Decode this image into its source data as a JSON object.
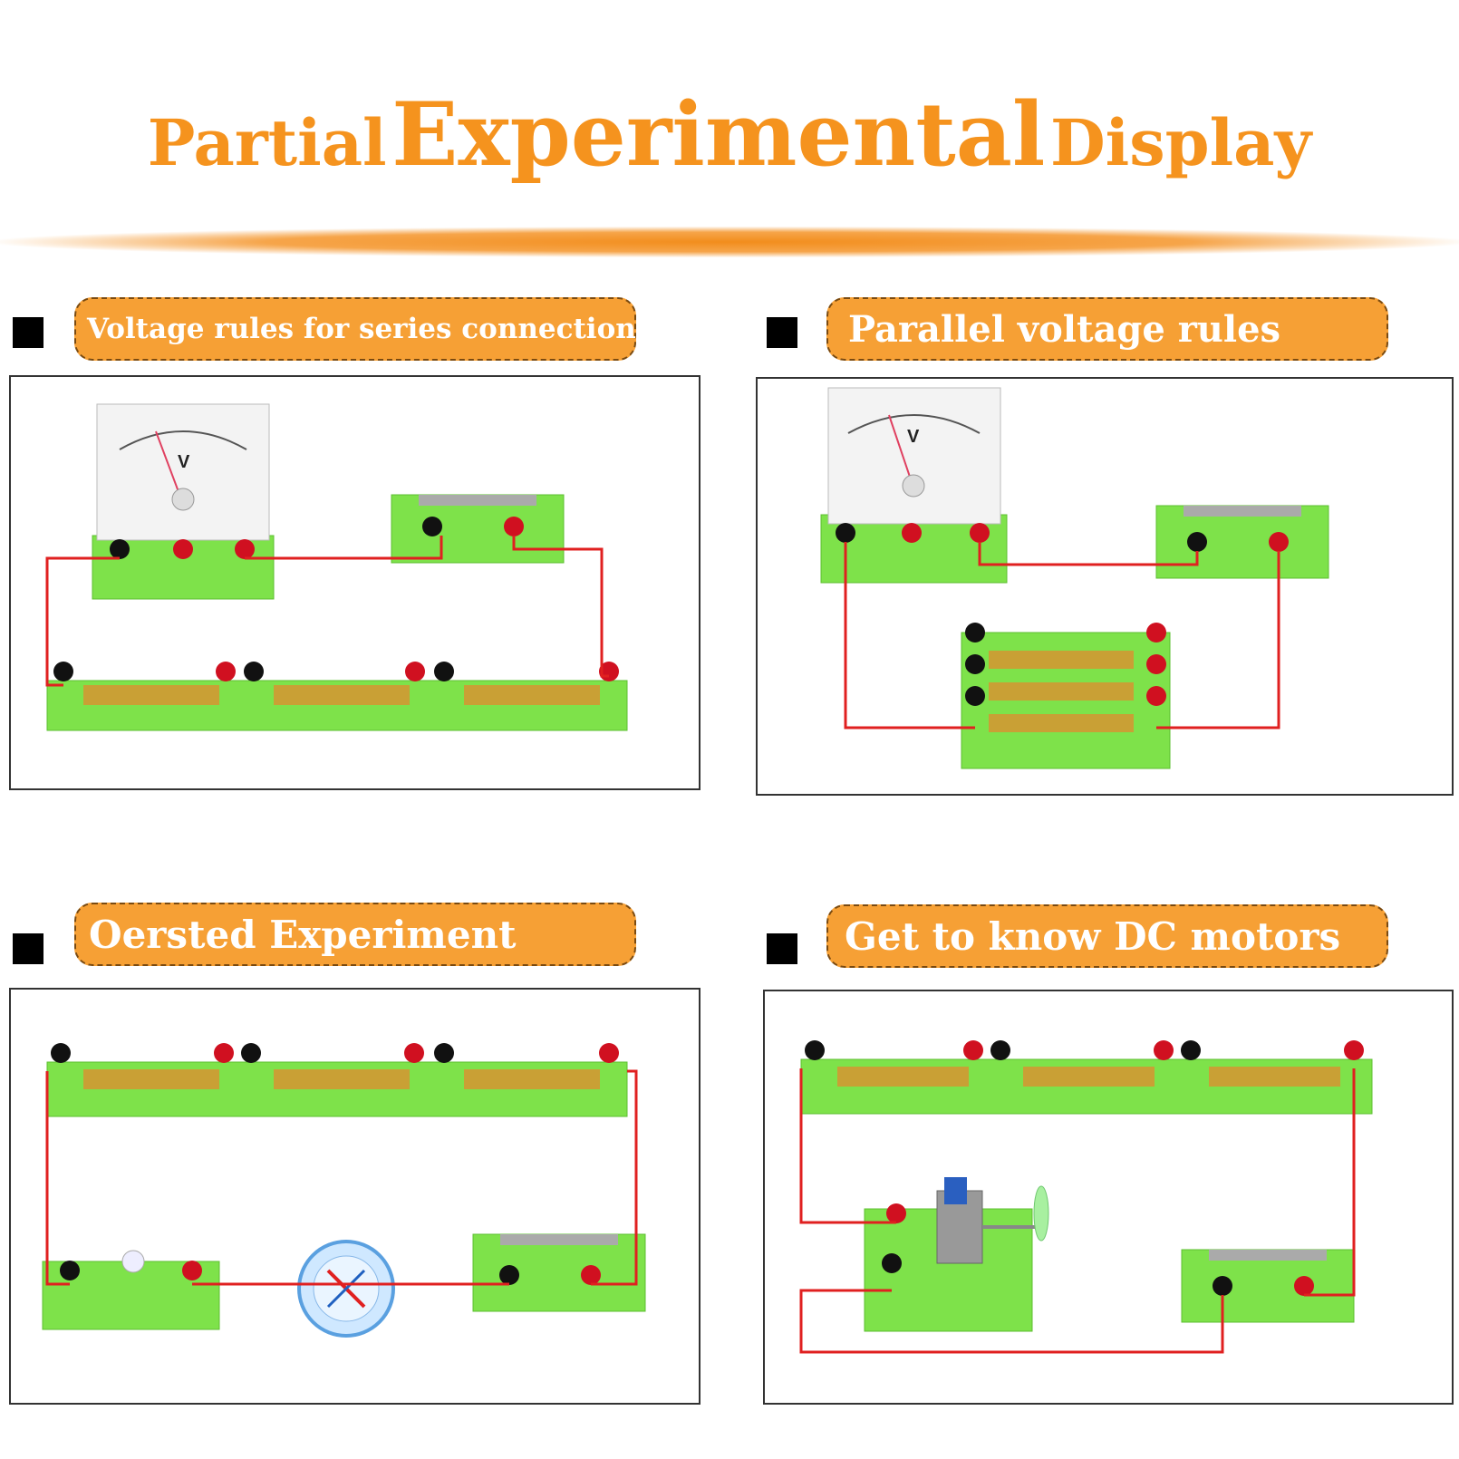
{
  "title": {
    "part1": "Partial",
    "part2": "Experimental",
    "part3": "Display"
  },
  "colors": {
    "accent": "#f5931e",
    "wire": "#e02020",
    "base": "#7ee24a",
    "pill": "#f6a035"
  },
  "sections": [
    {
      "label": "Voltage rules for series connection"
    },
    {
      "label": "Parallel voltage rules"
    },
    {
      "label": "Oersted Experiment"
    },
    {
      "label": "Get to know DC motors"
    }
  ],
  "meter_symbol": "V"
}
